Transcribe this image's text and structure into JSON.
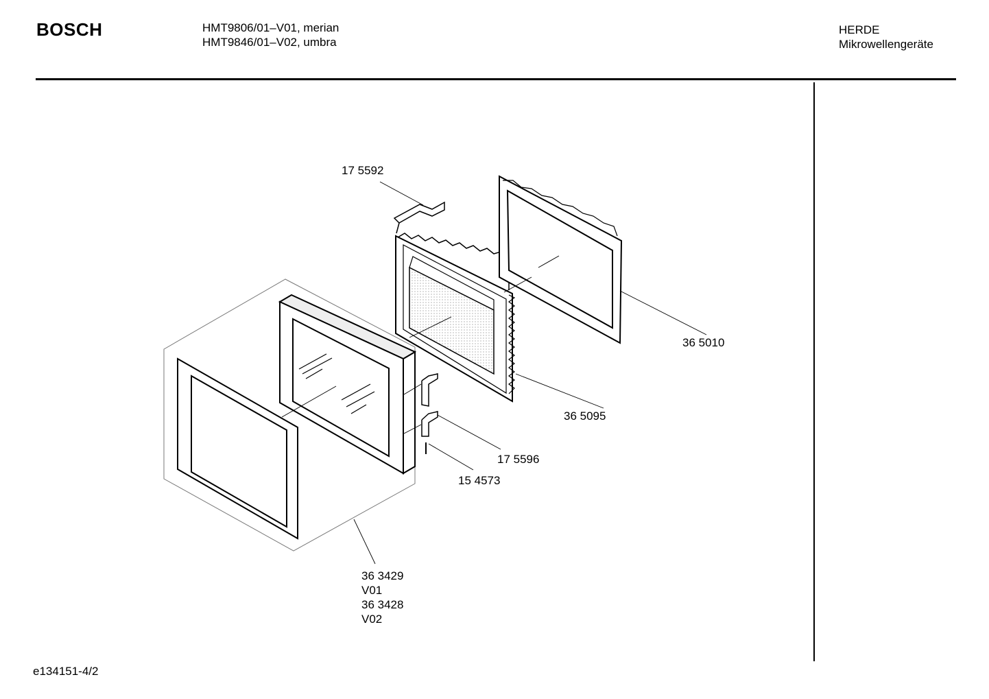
{
  "header": {
    "brand": "BOSCH",
    "models": [
      "HMT9806/01–V01, merian",
      "HMT9846/01–V02, umbra"
    ],
    "category": [
      "HERDE",
      "Mikrowellengeräte"
    ]
  },
  "parts": [
    {
      "id": "part-175592",
      "number": "17 5592"
    },
    {
      "id": "part-365010",
      "number": "36 5010"
    },
    {
      "id": "part-365095",
      "number": "36 5095"
    },
    {
      "id": "part-175596",
      "number": "17 5596"
    },
    {
      "id": "part-154573",
      "number": "15 4573"
    },
    {
      "id": "part-363429",
      "number": "36 3429",
      "variant": "V01",
      "alt_number": "36 3428",
      "alt_variant": "V02"
    }
  ],
  "footer": {
    "doc_id": "e134151-4/2"
  }
}
